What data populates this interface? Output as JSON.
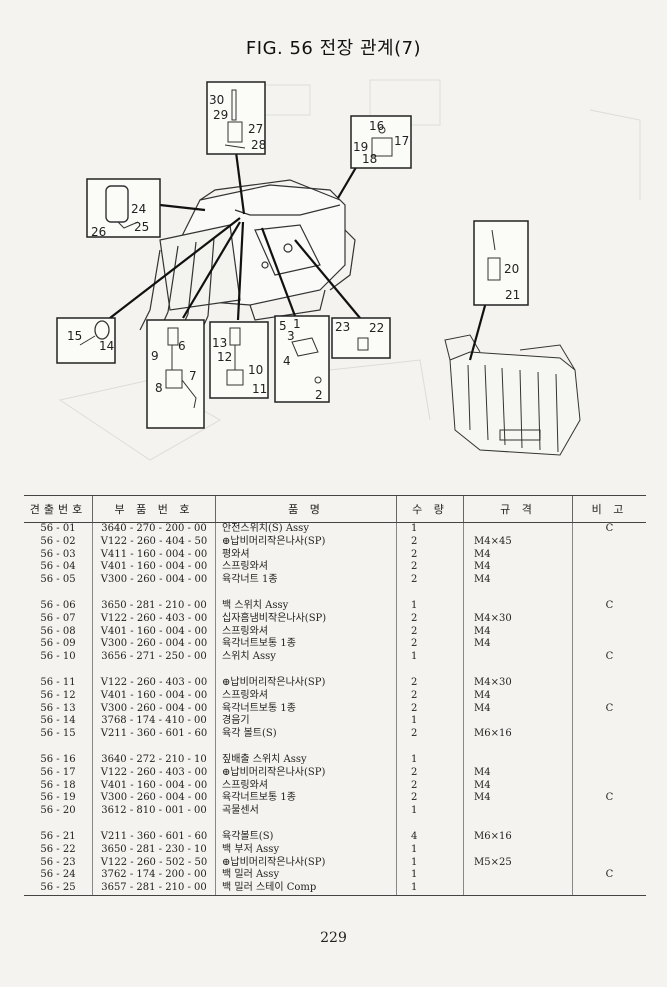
{
  "figure_title": "FIG. 56 전장 관계(7)",
  "callouts": [
    "1",
    "2",
    "3",
    "4",
    "5",
    "6",
    "7",
    "8",
    "9",
    "10",
    "11",
    "12",
    "13",
    "14",
    "15",
    "16",
    "17",
    "18",
    "19",
    "20",
    "21",
    "22",
    "23",
    "24",
    "25",
    "26",
    "27",
    "28",
    "29",
    "30"
  ],
  "table": {
    "headers": [
      "견출번호",
      "부 품 번 호",
      "품 명",
      "수 량",
      "규 격",
      "비 고"
    ],
    "groups": [
      [
        {
          "no": "56 - 01",
          "part": "3640 - 270 - 200 - 00",
          "name": "안전스위치(S) Assy",
          "qty": "1",
          "spec": "",
          "remark": "C"
        },
        {
          "no": "56 - 02",
          "part": "V122 - 260 - 404 - 50",
          "name": "⊕납비머리작은나사(SP)",
          "qty": "2",
          "spec": "M4×45",
          "remark": ""
        },
        {
          "no": "56 - 03",
          "part": "V411 - 160 - 004 - 00",
          "name": "평와셔",
          "qty": "2",
          "spec": "M4",
          "remark": ""
        },
        {
          "no": "56 - 04",
          "part": "V401 - 160 - 004 - 00",
          "name": "스프링와셔",
          "qty": "2",
          "spec": "M4",
          "remark": ""
        },
        {
          "no": "56 - 05",
          "part": "V300 - 260 - 004 - 00",
          "name": "육각너트 1종",
          "qty": "2",
          "spec": "M4",
          "remark": ""
        }
      ],
      [
        {
          "no": "56 - 06",
          "part": "3650 - 281 - 210 - 00",
          "name": "백 스위치 Assy",
          "qty": "1",
          "spec": "",
          "remark": "C"
        },
        {
          "no": "56 - 07",
          "part": "V122 - 260 - 403 - 00",
          "name": "십자홈냄비작은나사(SP)",
          "qty": "2",
          "spec": "M4×30",
          "remark": ""
        },
        {
          "no": "56 - 08",
          "part": "V401 - 160 - 004 - 00",
          "name": "스프링와셔",
          "qty": "2",
          "spec": "M4",
          "remark": ""
        },
        {
          "no": "56 - 09",
          "part": "V300 - 260 - 004 - 00",
          "name": "육각너트보통 1종",
          "qty": "2",
          "spec": "M4",
          "remark": ""
        },
        {
          "no": "56 - 10",
          "part": "3656 - 271 - 250 - 00",
          "name": "스위치 Assy",
          "qty": "1",
          "spec": "",
          "remark": "C"
        }
      ],
      [
        {
          "no": "56 - 11",
          "part": "V122 - 260 - 403 - 00",
          "name": "⊕납비머리작은나사(SP)",
          "qty": "2",
          "spec": "M4×30",
          "remark": ""
        },
        {
          "no": "56 - 12",
          "part": "V401 - 160 - 004 - 00",
          "name": "스프링와셔",
          "qty": "2",
          "spec": "M4",
          "remark": ""
        },
        {
          "no": "56 - 13",
          "part": "V300 - 260 - 004 - 00",
          "name": "육각너트보통 1종",
          "qty": "2",
          "spec": "M4",
          "remark": "C"
        },
        {
          "no": "56 - 14",
          "part": "3768 - 174 - 410 - 00",
          "name": "경음기",
          "qty": "1",
          "spec": "",
          "remark": ""
        },
        {
          "no": "56 - 15",
          "part": "V211 - 360 - 601 - 60",
          "name": "육각 볼트(S)",
          "qty": "2",
          "spec": "M6×16",
          "remark": ""
        }
      ],
      [
        {
          "no": "56 - 16",
          "part": "3640 - 272 - 210 - 10",
          "name": "짚배출 스위치 Assy",
          "qty": "1",
          "spec": "",
          "remark": ""
        },
        {
          "no": "56 - 17",
          "part": "V122 - 260 - 403 - 00",
          "name": "⊕납비머리작은나사(SP)",
          "qty": "2",
          "spec": "M4",
          "remark": ""
        },
        {
          "no": "56 - 18",
          "part": "V401 - 160 - 004 - 00",
          "name": "스프링와셔",
          "qty": "2",
          "spec": "M4",
          "remark": ""
        },
        {
          "no": "56 - 19",
          "part": "V300 - 260 - 004 - 00",
          "name": "육각너트보통 1종",
          "qty": "2",
          "spec": "M4",
          "remark": "C"
        },
        {
          "no": "56 - 20",
          "part": "3612 - 810 - 001 - 00",
          "name": "곡물센서",
          "qty": "1",
          "spec": "",
          "remark": ""
        }
      ],
      [
        {
          "no": "56 - 21",
          "part": "V211 - 360 - 601 - 60",
          "name": "육각볼트(S)",
          "qty": "4",
          "spec": "M6×16",
          "remark": ""
        },
        {
          "no": "56 - 22",
          "part": "3650 - 281 - 230 - 10",
          "name": "백 부저 Assy",
          "qty": "1",
          "spec": "",
          "remark": ""
        },
        {
          "no": "56 - 23",
          "part": "V122 - 260 - 502 - 50",
          "name": "⊕납비머리작은나사(SP)",
          "qty": "1",
          "spec": "M5×25",
          "remark": ""
        },
        {
          "no": "56 - 24",
          "part": "3762 - 174 - 200 - 00",
          "name": "백 밀러 Assy",
          "qty": "1",
          "spec": "",
          "remark": "C"
        },
        {
          "no": "56 - 25",
          "part": "3657 - 281 - 210 - 00",
          "name": "백 밀러 스테이 Comp",
          "qty": "1",
          "spec": "",
          "remark": ""
        }
      ]
    ]
  },
  "page_number": "229"
}
